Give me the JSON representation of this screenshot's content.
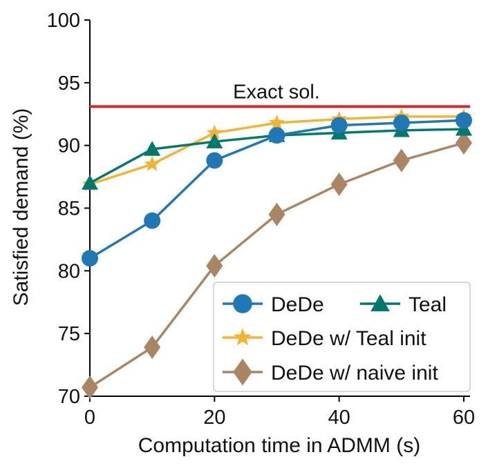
{
  "chart_data": {
    "type": "line",
    "title": "",
    "xlabel": "Computation time in ADMM (s)",
    "ylabel": "Satisfied demand (%)",
    "xlim": [
      0,
      61
    ],
    "ylim": [
      70,
      100
    ],
    "xticks": [
      0,
      20,
      40,
      60
    ],
    "yticks": [
      70,
      75,
      80,
      85,
      90,
      95,
      100
    ],
    "grid": false,
    "legend_position": "bottom-right",
    "reference_line": {
      "label": "Exact sol.",
      "y": 93.1,
      "color": "#d62728"
    },
    "series": [
      {
        "name": "DeDe",
        "color": "#1f77b4",
        "marker": "circle",
        "x": [
          0,
          10,
          20,
          30,
          40,
          50,
          60
        ],
        "y": [
          81.0,
          84.0,
          88.8,
          90.8,
          91.6,
          91.8,
          92.0
        ]
      },
      {
        "name": "Teal",
        "color": "#00796b",
        "marker": "triangle",
        "x": [
          0,
          10,
          20,
          30,
          40,
          50,
          60
        ],
        "y": [
          87.0,
          89.7,
          90.3,
          90.8,
          91.0,
          91.2,
          91.3
        ]
      },
      {
        "name": "DeDe w/ Teal init",
        "color": "#f5b335",
        "marker": "star",
        "x": [
          0,
          10,
          20,
          30,
          40,
          50,
          60
        ],
        "y": [
          86.9,
          88.5,
          91.0,
          91.8,
          92.1,
          92.3,
          92.3
        ]
      },
      {
        "name": "DeDe w/ naive init",
        "color": "#a98563",
        "marker": "diamond",
        "x": [
          0,
          10,
          20,
          30,
          40,
          50,
          60
        ],
        "y": [
          70.7,
          73.9,
          80.4,
          84.5,
          86.9,
          88.8,
          90.2
        ]
      }
    ]
  }
}
